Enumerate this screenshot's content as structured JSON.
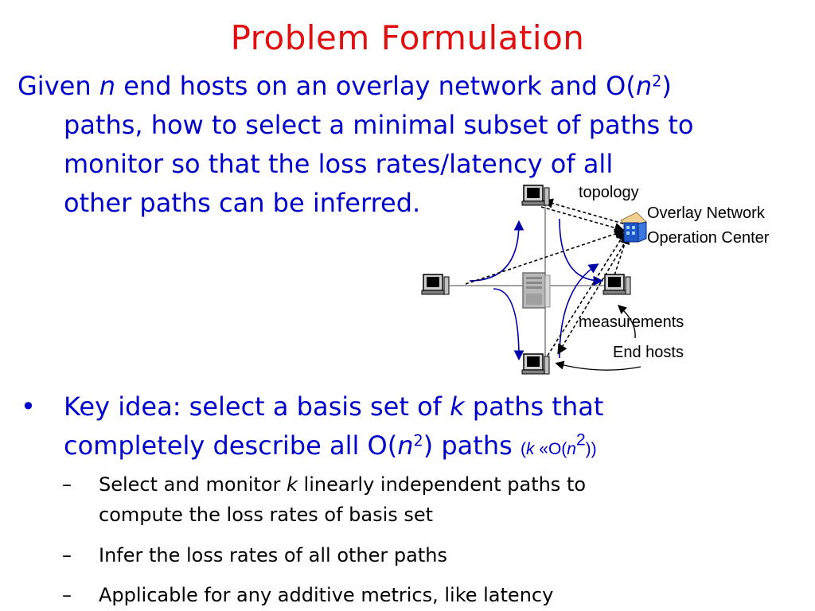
{
  "slide": {
    "title": "Problem Formulation",
    "intro_lines": [
      [
        {
          "t": "Given "
        },
        {
          "t": "n",
          "s": "i"
        },
        {
          "t": " end hosts on an overlay network and O("
        },
        {
          "t": "n",
          "s": "i"
        },
        {
          "t": "2",
          "s": "sup"
        },
        {
          "t": ")"
        }
      ],
      [
        {
          "t": "paths, how to select a minimal subset of paths to"
        }
      ],
      [
        {
          "t": "monitor so that the loss rates/latency of all"
        }
      ],
      [
        {
          "t": "other paths can be inferred."
        }
      ]
    ],
    "bullet_symbol": "•",
    "key_lines": [
      [
        {
          "t": "Key idea: select a basis set of "
        },
        {
          "t": "k",
          "s": "i"
        },
        {
          "t": " paths that"
        }
      ],
      [
        {
          "t": "completely describe all O("
        },
        {
          "t": "n",
          "s": "i"
        },
        {
          "t": "2",
          "s": "sup"
        },
        {
          "t": ") paths "
        },
        {
          "t": "(",
          "s": "small"
        },
        {
          "t": "k",
          "s": "small-i"
        },
        {
          "t": " «O(",
          "s": "small"
        },
        {
          "t": "n",
          "s": "small-i"
        },
        {
          "t": "2",
          "s": "small-sup"
        },
        {
          "t": "))",
          "s": "small"
        }
      ]
    ],
    "sub_dash": "–",
    "sub_items": [
      {
        "lines": [
          [
            {
              "t": "Select and monitor "
            },
            {
              "t": "k",
              "s": "i"
            },
            {
              "t": " linearly independent paths to"
            }
          ],
          [
            {
              "t": "compute the loss rates of basis set"
            }
          ]
        ]
      },
      {
        "lines": [
          [
            {
              "t": "Infer the loss rates of all other paths"
            }
          ]
        ]
      },
      {
        "lines": [
          [
            {
              "t": "Applicable for any additive metrics, like latency"
            }
          ]
        ]
      }
    ]
  },
  "diagram": {
    "label_topology": "topology",
    "label_center_line1": "Overlay Network",
    "label_center_line2": "Operation Center",
    "label_measurements": "measurements",
    "label_end_hosts": "End hosts",
    "colors": {
      "path_arrows": "#0000aa",
      "links": "#808080",
      "dashed": "#000000"
    }
  }
}
